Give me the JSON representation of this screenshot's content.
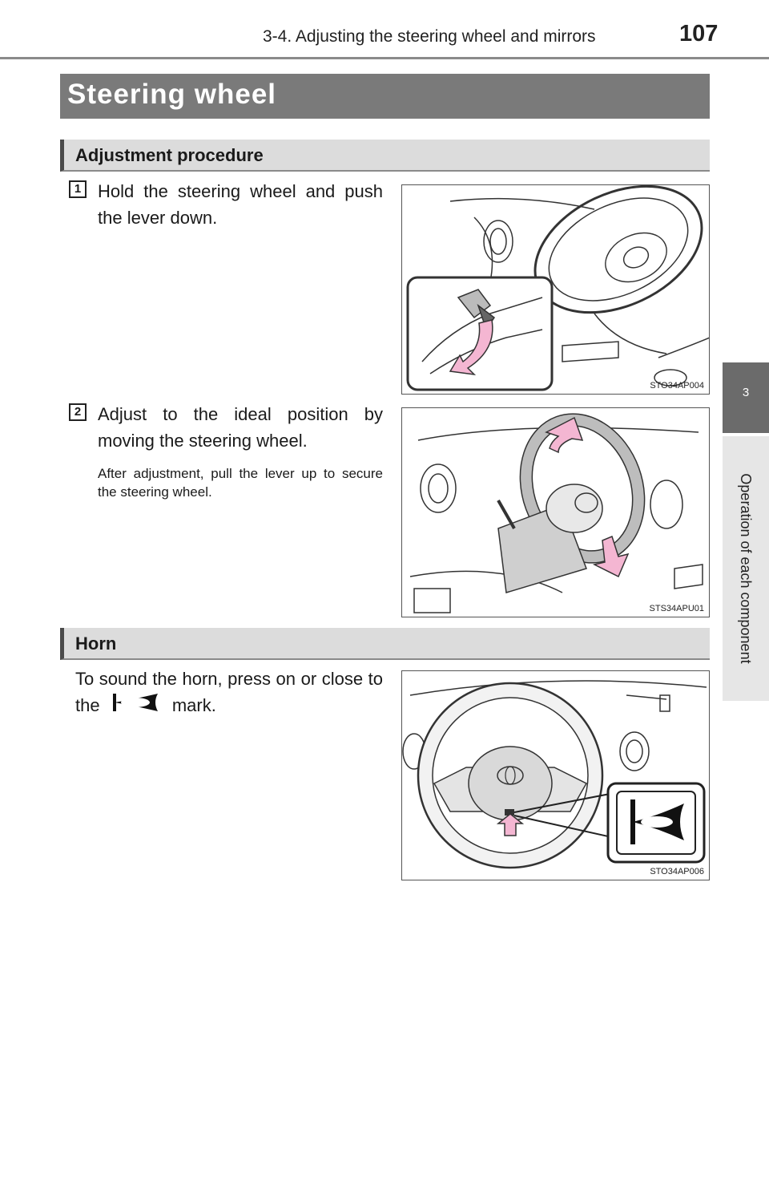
{
  "header": {
    "section": "3-4. Adjusting the steering wheel and mirrors",
    "page_number": "107"
  },
  "side_tab": {
    "chapter_number": "3",
    "chapter_title": "Operation of each component"
  },
  "title": "Steering wheel",
  "adjustment": {
    "heading": "Adjustment procedure",
    "steps": [
      {
        "number": "1",
        "text": "Hold the steering wheel and push the lever down.",
        "figure_code": "STO34AP004"
      },
      {
        "number": "2",
        "text": "Adjust to the ideal position by moving the steering wheel.",
        "note": "After adjustment, pull the lever up to secure the steering wheel.",
        "figure_code": "STS34APU01"
      }
    ]
  },
  "horn": {
    "heading": "Horn",
    "text_before": "To sound the horn, press on or close to the",
    "text_after": "mark.",
    "icon": "horn-icon",
    "figure_code": "STO34AP006"
  },
  "colors": {
    "title_bar": "#7a7a7a",
    "arrow_pink": "#f4b6d2",
    "side_tab": "#6b6b6b"
  }
}
